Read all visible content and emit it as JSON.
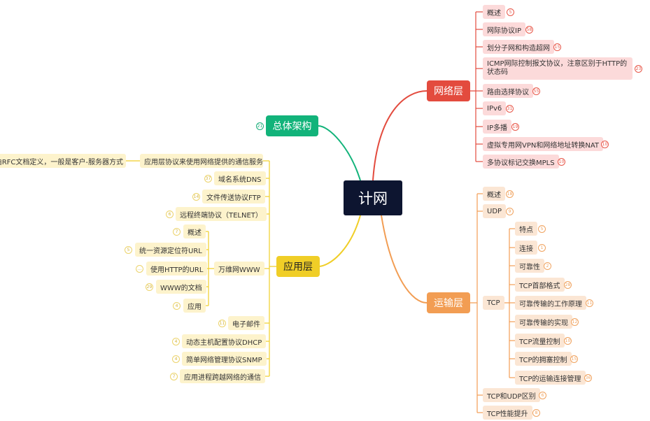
{
  "mindmap": {
    "root": "计网",
    "colors": {
      "network": "#e34b3e",
      "transport": "#f29d53",
      "application": "#f0ce27",
      "overview": "#12b37a"
    },
    "overview": {
      "label": "总体架构",
      "count": "21"
    },
    "network": {
      "label": "网络层",
      "items": [
        {
          "label": "概述",
          "count": "5"
        },
        {
          "label": "网际协议IP",
          "count": "58"
        },
        {
          "label": "划分子网和构造超网",
          "count": "15"
        },
        {
          "label": "ICMP网际控制报文协议，注意区别于HTTP的状态码",
          "count": "23"
        },
        {
          "label": "路由选择协议",
          "count": "55"
        },
        {
          "label": "IPv6",
          "count": "31"
        },
        {
          "label": "IP多播",
          "count": "19"
        },
        {
          "label": "虚拟专用网VPN和网络地址转换NAT",
          "count": "10"
        },
        {
          "label": "多协议标记交换MPLS",
          "count": "10"
        }
      ]
    },
    "transport": {
      "label": "运输层",
      "items": [
        {
          "label": "概述",
          "count": "18"
        },
        {
          "label": "UDP",
          "count": "9"
        },
        {
          "label": "TCP"
        },
        {
          "label": "TCP和UDP区别",
          "count": "6"
        },
        {
          "label": "TCP性能提升",
          "count": "8"
        }
      ],
      "tcp_items": [
        {
          "label": "特点",
          "count": "5"
        },
        {
          "label": "连接",
          "count": "1"
        },
        {
          "label": "可靠性",
          "count": "2"
        },
        {
          "label": "TCP首部格式",
          "count": "28"
        },
        {
          "label": "可靠传输的工作原理",
          "count": "11"
        },
        {
          "label": "可靠传输的实现",
          "count": "12"
        },
        {
          "label": "TCP流量控制",
          "count": "10"
        },
        {
          "label": "TCP的拥塞控制",
          "count": "15"
        },
        {
          "label": "TCP的运输连接管理",
          "count": "36"
        }
      ]
    },
    "application": {
      "label": "应用层",
      "items": [
        {
          "label": "应用层协议来使用网络提供的通信服务"
        },
        {
          "label": "域名系统DNS",
          "count": "37"
        },
        {
          "label": "文件传送协议FTP",
          "count": "14"
        },
        {
          "label": "远程终端协议（TELNET）",
          "count": "6"
        },
        {
          "label": "万维网WWW"
        },
        {
          "label": "电子邮件",
          "count": "11"
        },
        {
          "label": "动态主机配置协议DHCP",
          "count": "4"
        },
        {
          "label": "简单网络管理协议SNMP",
          "count": "4"
        },
        {
          "label": "应用进程跨越网络的通信",
          "count": "7"
        }
      ],
      "protocol_note": "由RFC文档定义，一般是客户-服务器方式",
      "www_items": [
        {
          "label": "概述",
          "count": "7"
        },
        {
          "label": "统一资源定位符URL",
          "count": "5"
        },
        {
          "label": "使用HTTP的URL",
          "count": "..."
        },
        {
          "label": "WWW的文档",
          "count": "29"
        },
        {
          "label": "应用",
          "count": "4"
        }
      ]
    }
  }
}
